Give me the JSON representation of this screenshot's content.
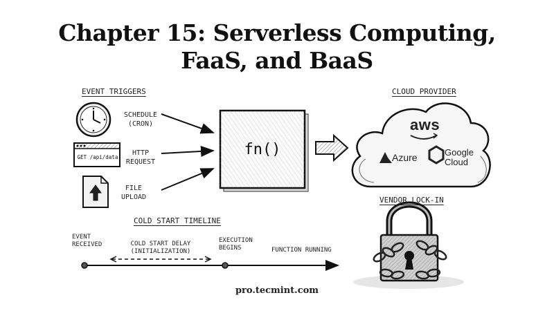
{
  "title": {
    "line1": "Chapter 15: Serverless Computing,",
    "line2": "FaaS, and BaaS"
  },
  "event_triggers": {
    "label": "Event Triggers",
    "items": [
      {
        "icon": "clock-icon",
        "line1": "Schedule",
        "line2": "(Cron)"
      },
      {
        "icon": "browser-window-icon",
        "line1": "HTTP",
        "line2": "Request",
        "url": "GET /api/data"
      },
      {
        "icon": "file-upload-icon",
        "line1": "File",
        "line2": "Upload"
      }
    ]
  },
  "function_box": {
    "label": "fn()"
  },
  "cloud_provider": {
    "label": "Cloud Provider",
    "providers": [
      "aws",
      "Azure",
      "Google",
      "Cloud"
    ]
  },
  "vendor_lockin": {
    "label": "Vendor Lock-in"
  },
  "timeline": {
    "label": "Cold Start Timeline",
    "event_received": [
      "Event",
      "Received"
    ],
    "cold_start_delay": [
      "Cold Start Delay",
      "(Initialization)"
    ],
    "execution_begins": [
      "Execution",
      "Begins"
    ],
    "function_running": "Function Running"
  },
  "footer": "pro.tecmint.com",
  "colors": {
    "ink": "#1a1a1a",
    "background": "#ffffff"
  }
}
